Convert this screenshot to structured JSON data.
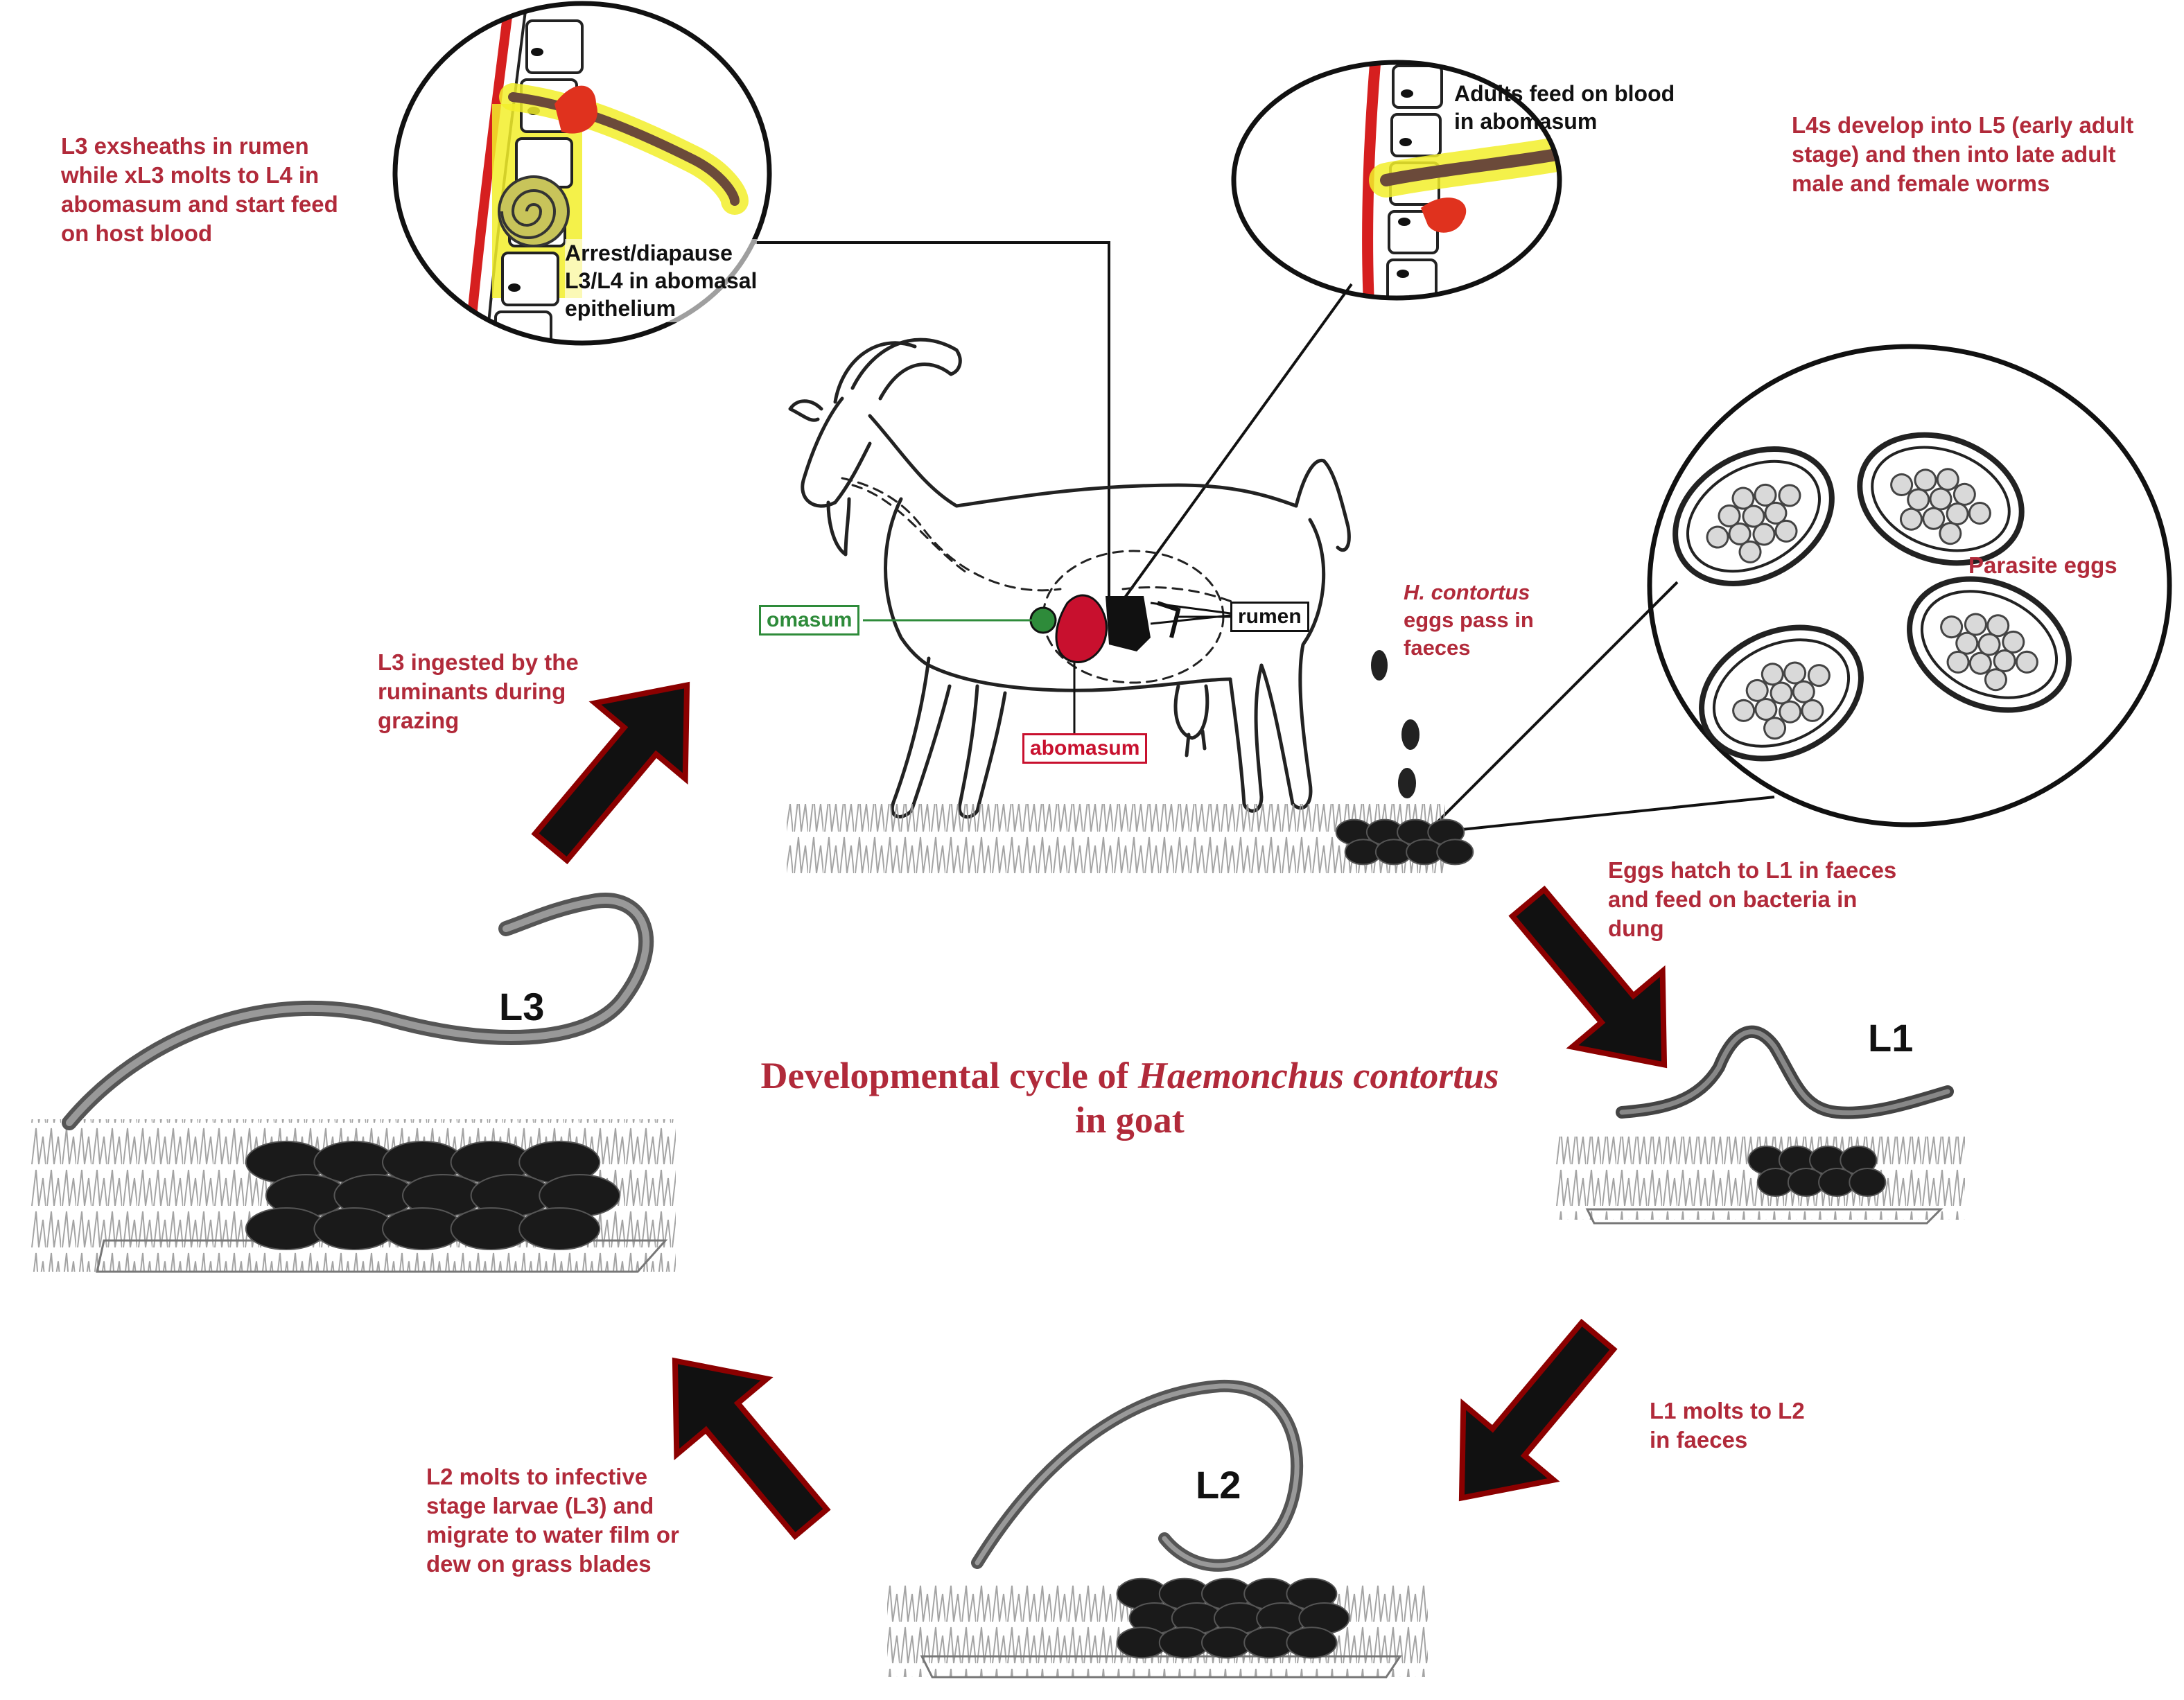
{
  "title": {
    "line1_prefix": "Developmental cycle of ",
    "line1_italic": "Haemonchus contortus",
    "line2": "in goat"
  },
  "annotations": {
    "exsheath": [
      "L3 exsheaths in rumen",
      "while xL3 molts to L4 in",
      "abomasum and start feed",
      "on host blood"
    ],
    "arrest": [
      "Arrest/diapause",
      "L3/L4 in abomasal",
      "epithelium"
    ],
    "adults": [
      "Adults feed on blood",
      "in abomasum"
    ],
    "l4_develop": [
      "L4s develop into L5 (early adult",
      "stage) and then into late adult",
      "male and female worms"
    ],
    "parasite_eggs": "Parasite eggs",
    "eggs_pass_italic": "H. contortus",
    "eggs_pass": [
      "eggs pass in",
      "faeces"
    ],
    "ingested": [
      "L3 ingested by the",
      "ruminants during",
      "grazing"
    ],
    "hatch": [
      "Eggs hatch to L1 in faeces",
      "and feed on bacteria in",
      "dung"
    ],
    "l1_l2": [
      "L1 molts to L2",
      "in faeces"
    ],
    "l2_l3": [
      "L2 molts to infective",
      "stage larvae (L3) and",
      "migrate to water film or",
      "dew on grass blades"
    ]
  },
  "organs": {
    "omasum": "omasum",
    "rumen": "rumen",
    "abomasum": "abomasum"
  },
  "stages": {
    "l1": "L1",
    "l2": "L2",
    "l3": "L3"
  },
  "colors": {
    "label_red": "#b12a3a",
    "omasum_green": "#2e8b3a",
    "abomasum_red": "#c8102e",
    "arrow_fill": "#111111",
    "arrow_edge": "#8b0000",
    "highlight": "#f2ef2a"
  },
  "icons": [
    "goat-illustration",
    "larva-worm",
    "dung-pellets",
    "grass-tuft",
    "parasite-egg",
    "adult-worm"
  ]
}
